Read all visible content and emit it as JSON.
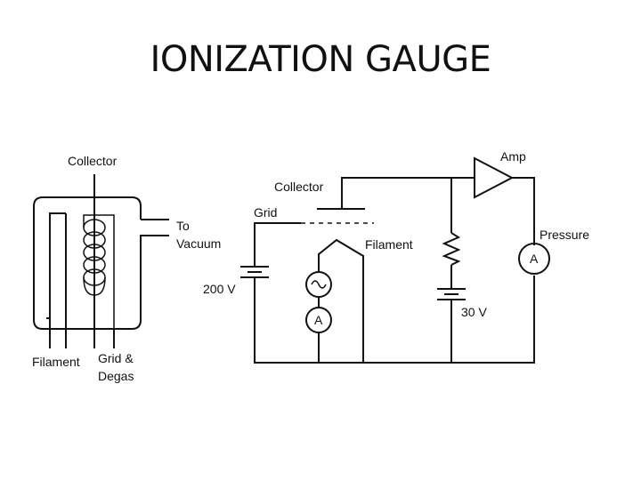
{
  "slide": {
    "title": "IONIZATION GAUGE"
  },
  "gauge": {
    "collector_label": "Collector",
    "to_label": "To",
    "vacuum_label": "Vacuum",
    "filament_label": "Filament",
    "grid_label_1": "Grid &",
    "grid_label_2": "Degas"
  },
  "circuit": {
    "collector_label": "Collector",
    "grid_label": "Grid",
    "filament_label": "Filament",
    "amp_label": "Amp",
    "pressure_label": "Pressure",
    "grid_voltage": "200 V",
    "collector_voltage": "30 V",
    "ammeter_symbol": "A",
    "pressure_meter_symbol": "A"
  },
  "colors": {
    "ink": "#111111",
    "background": "#ffffff"
  }
}
